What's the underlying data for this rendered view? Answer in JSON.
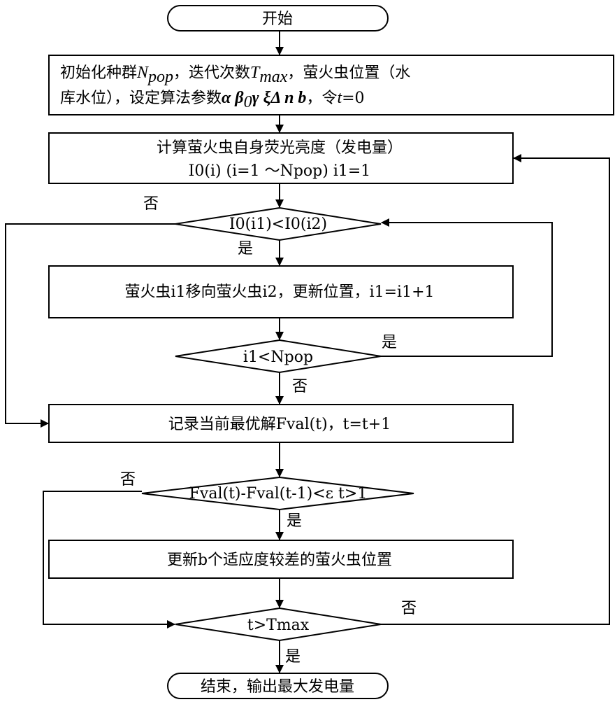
{
  "nodes": {
    "start": "开始",
    "init_line1_a": "初始化种群",
    "init_line1_npop": "N",
    "init_line1_npop_sub": "pop",
    "init_line1_b": "，迭代次数",
    "init_line1_tmax": "T",
    "init_line1_tmax_sub": "max",
    "init_line1_c": "，萤火虫位置（水",
    "init_line2_a": "库水位），设定算法参数",
    "init_line2_params": "α  β",
    "init_line2_params_sub": "0",
    "init_line2_params_b": "γ   ξΔ   n b",
    "init_line2_c": "，令",
    "init_line2_t": "t",
    "init_line2_d": "=0",
    "calc_line1": "计算萤火虫自身荧光亮度（发电量）",
    "calc_line2": "I0(i) (i=1 ～Npop)  i1=1",
    "compare": "I0(i1)<I0(i2)",
    "move": "萤火虫i1移向萤火虫i2，更新位置，i1=i1+1",
    "loop_check": "i1<Npop",
    "record": "记录当前最优解Fval(t)，t=t+1",
    "converge": "Fval(t)-Fval(t-1)<ε t>1",
    "update": "更新b个适应度较差的萤火虫位置",
    "final_check": "t>Tmax",
    "end": "结束，输出最大发电量"
  },
  "edge_labels": {
    "compare_no": "否",
    "compare_yes": "是",
    "loop_yes": "是",
    "loop_no": "否",
    "converge_no": "否",
    "converge_yes": "是",
    "final_no": "否",
    "final_yes": "是"
  }
}
